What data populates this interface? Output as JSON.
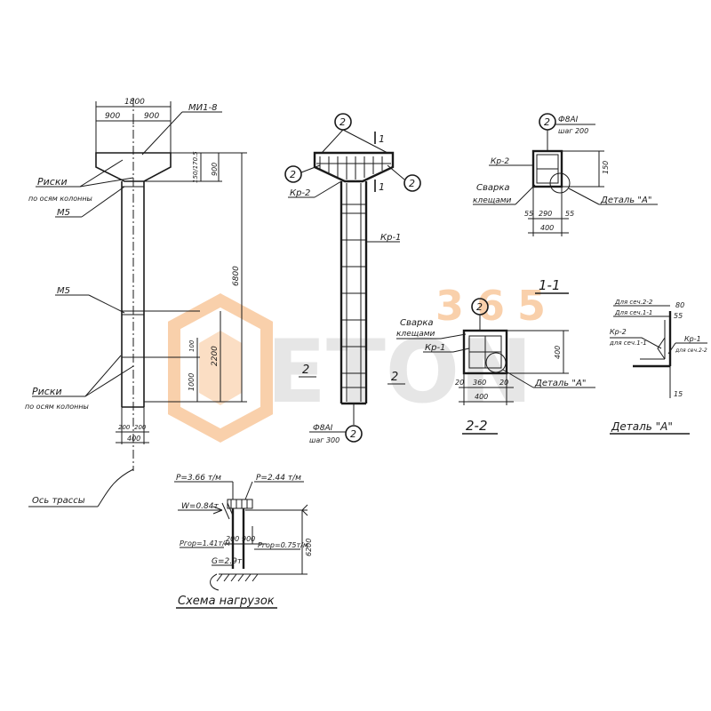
{
  "watermark": {
    "brand": "ETON",
    "number": "365",
    "color_primary": "#f4a259",
    "color_secondary": "#d0d0d0"
  },
  "column": {
    "dim_top": "1800",
    "dim_left": "900",
    "dim_right": "900",
    "mark": "МИ1-8",
    "dim_head": "900",
    "dim_head_small": "150/170.5",
    "dim_total": "6800",
    "dim_lower": "2200",
    "dim_1000": "1000",
    "dim_100": "100",
    "dim_base_l": "200",
    "dim_base_r": "200",
    "dim_base": "400",
    "label_risk_top_1": "Риски",
    "label_risk_top_2": "по осям колонны",
    "label_m5_top": "М5",
    "label_m5_mid": "М5",
    "label_risk_bot_1": "Риски",
    "label_risk_bot_2": "по осям колонны",
    "label_axis": "Ось трассы"
  },
  "rebar": {
    "circle": "2",
    "section_mark": "1",
    "label_kr2": "Кр-2",
    "label_kr1": "Кр-1",
    "label_bottom_1": "Ф8АI",
    "label_bottom_2": "шаг 300",
    "label_2": "2"
  },
  "section_top": {
    "circle": "2",
    "label_1": "Ф8АI",
    "label_2": "шаг 200",
    "label_kr2": "Кр-2",
    "label_weld_1": "Сварка",
    "label_weld_2": "клещами",
    "label_detail": "Деталь \"А\"",
    "dim_h": "150",
    "dim_55a": "55",
    "dim_290": "290",
    "dim_55b": "55",
    "dim_400": "400"
  },
  "section_11": {
    "title": "1-1"
  },
  "section_22": {
    "title": "2-2",
    "circle": "2",
    "label_weld_1": "Сварка",
    "label_weld_2": "клещами",
    "label_kr1": "Кр-1",
    "label_detail": "Деталь \"А\"",
    "dim_20a": "20",
    "dim_360": "360",
    "dim_20b": "20",
    "dim_400": "400",
    "dim_400v": "400"
  },
  "detail_a": {
    "title": "Деталь \"А\"",
    "label_l1": "Для сеч.2-2",
    "label_l2": "Для сеч.1-1",
    "label_kr2_1": "Кр-2",
    "label_kr2_2": "для сеч.1-1",
    "label_kr1_1": "Кр-1",
    "label_kr1_2": "для сеч.2-2",
    "dim_80": "80",
    "dim_55": "55",
    "dim_15": "15"
  },
  "loads": {
    "title": "Схема нагрузок",
    "p_left": "Р=3.66 т/м",
    "p_right": "Р=2.44 т/м",
    "w": "W=0.84т",
    "p_hor_left": "Ргор=1.41т/м",
    "p_hor_right": "Ргор=0.75т/м",
    "dim_200": "200",
    "dim_900": "900",
    "dim_6200": "6200",
    "g": "G=2.9т"
  }
}
